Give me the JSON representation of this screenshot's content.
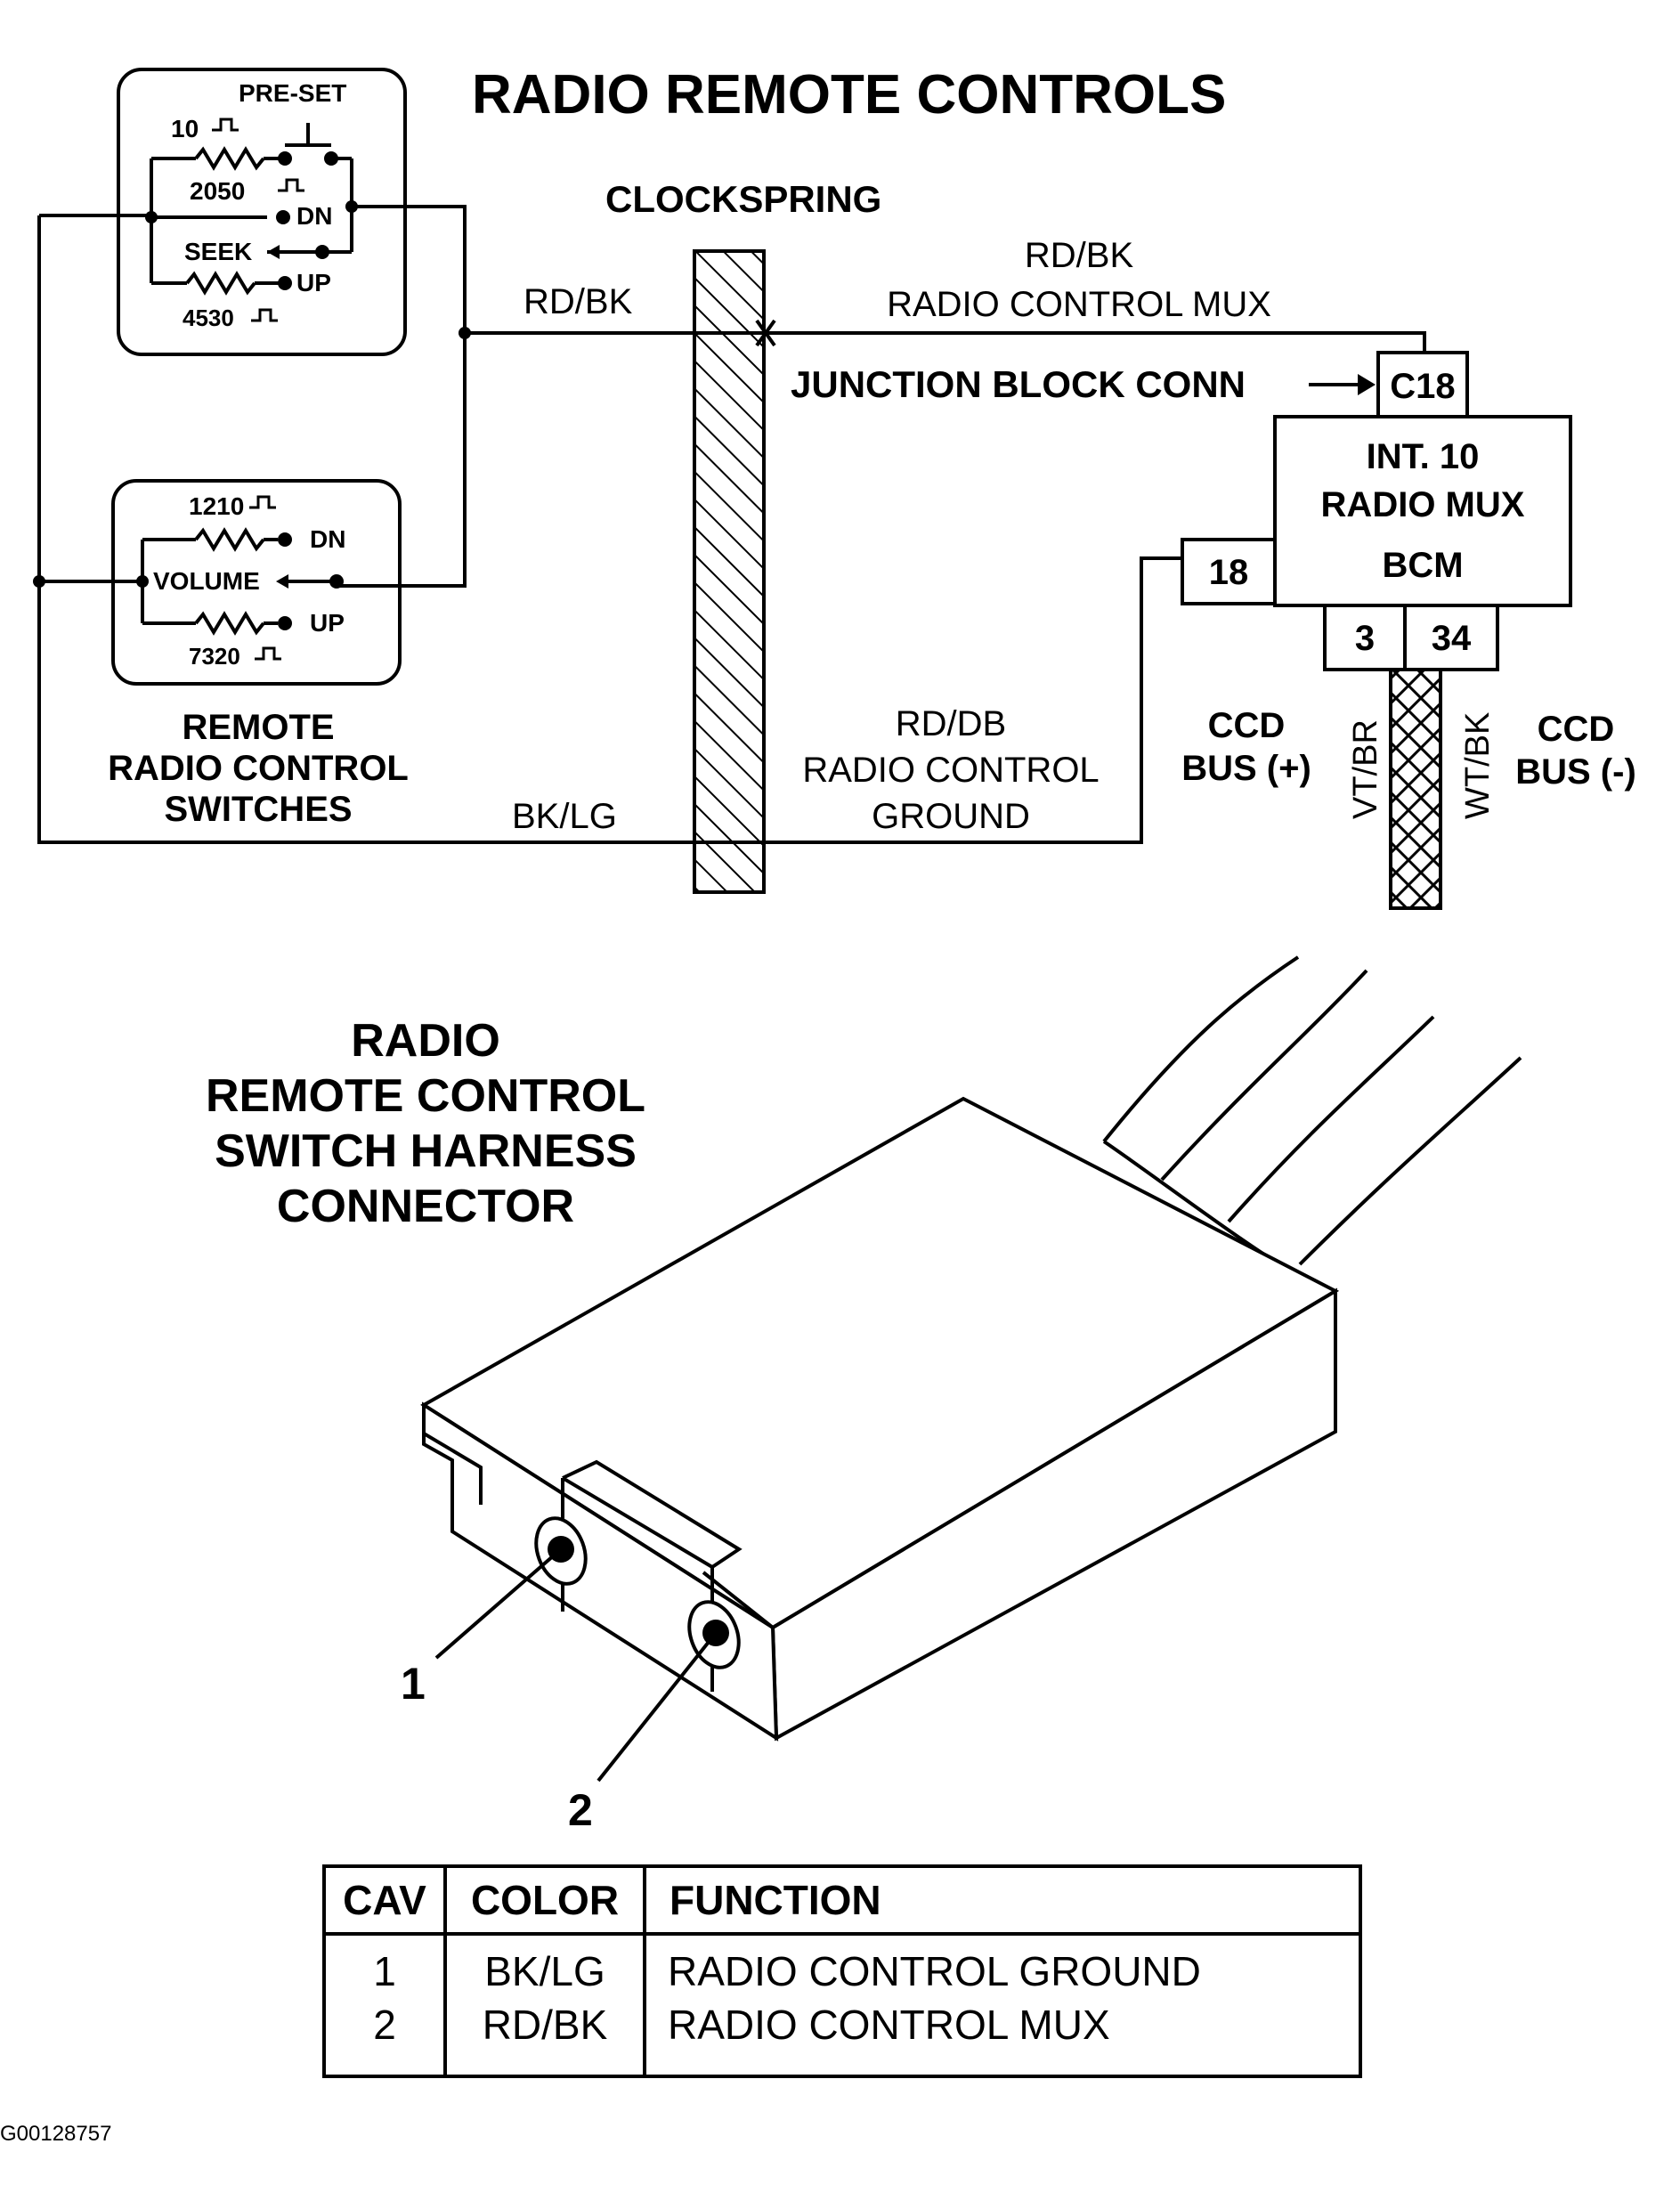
{
  "diagram": {
    "title": "RADIO REMOTE CONTROLS",
    "clockspring_label": "CLOCKSPRING",
    "seek_switch": {
      "preset_label": "PRE-SET",
      "r10": "10",
      "r2050": "2050",
      "r4530": "4530",
      "dn": "DN",
      "up": "UP",
      "seek": "SEEK"
    },
    "volume_switch": {
      "r1210": "1210",
      "r7320": "7320",
      "dn": "DN",
      "up": "UP",
      "volume": "VOLUME"
    },
    "remote_switches_label": [
      "REMOTE",
      "RADIO CONTROL",
      "SWITCHES"
    ],
    "wire_mux_left": "RD/BK",
    "wire_mux_right": [
      "RD/BK",
      "RADIO CONTROL MUX"
    ],
    "junction_block": "JUNCTION BLOCK CONN",
    "connector_c18": "C18",
    "bcm_label": [
      "INT. 10",
      "RADIO MUX",
      "BCM"
    ],
    "pin_18": "18",
    "pin_3": "3",
    "pin_34": "34",
    "wire_ground_right": [
      "RD/DB",
      "RADIO CONTROL",
      "GROUND"
    ],
    "wire_ground_left": "BK/LG",
    "ccd_plus": [
      "CCD",
      "BUS (+)"
    ],
    "ccd_minus": [
      "CCD",
      "BUS (-)"
    ],
    "twisted_left": "VT/BR",
    "twisted_right": "WT/BK",
    "connector_title": [
      "RADIO",
      "REMOTE CONTROL",
      "SWITCH HARNESS",
      "CONNECTOR"
    ],
    "cavity_1": "1",
    "cavity_2": "2",
    "figure_id": "G00128757"
  },
  "table": {
    "headers": [
      "CAV",
      "COLOR",
      "FUNCTION"
    ],
    "rows": [
      [
        "1",
        "BK/LG",
        "RADIO CONTROL GROUND"
      ],
      [
        "2",
        "RD/BK",
        "RADIO CONTROL MUX"
      ]
    ]
  }
}
